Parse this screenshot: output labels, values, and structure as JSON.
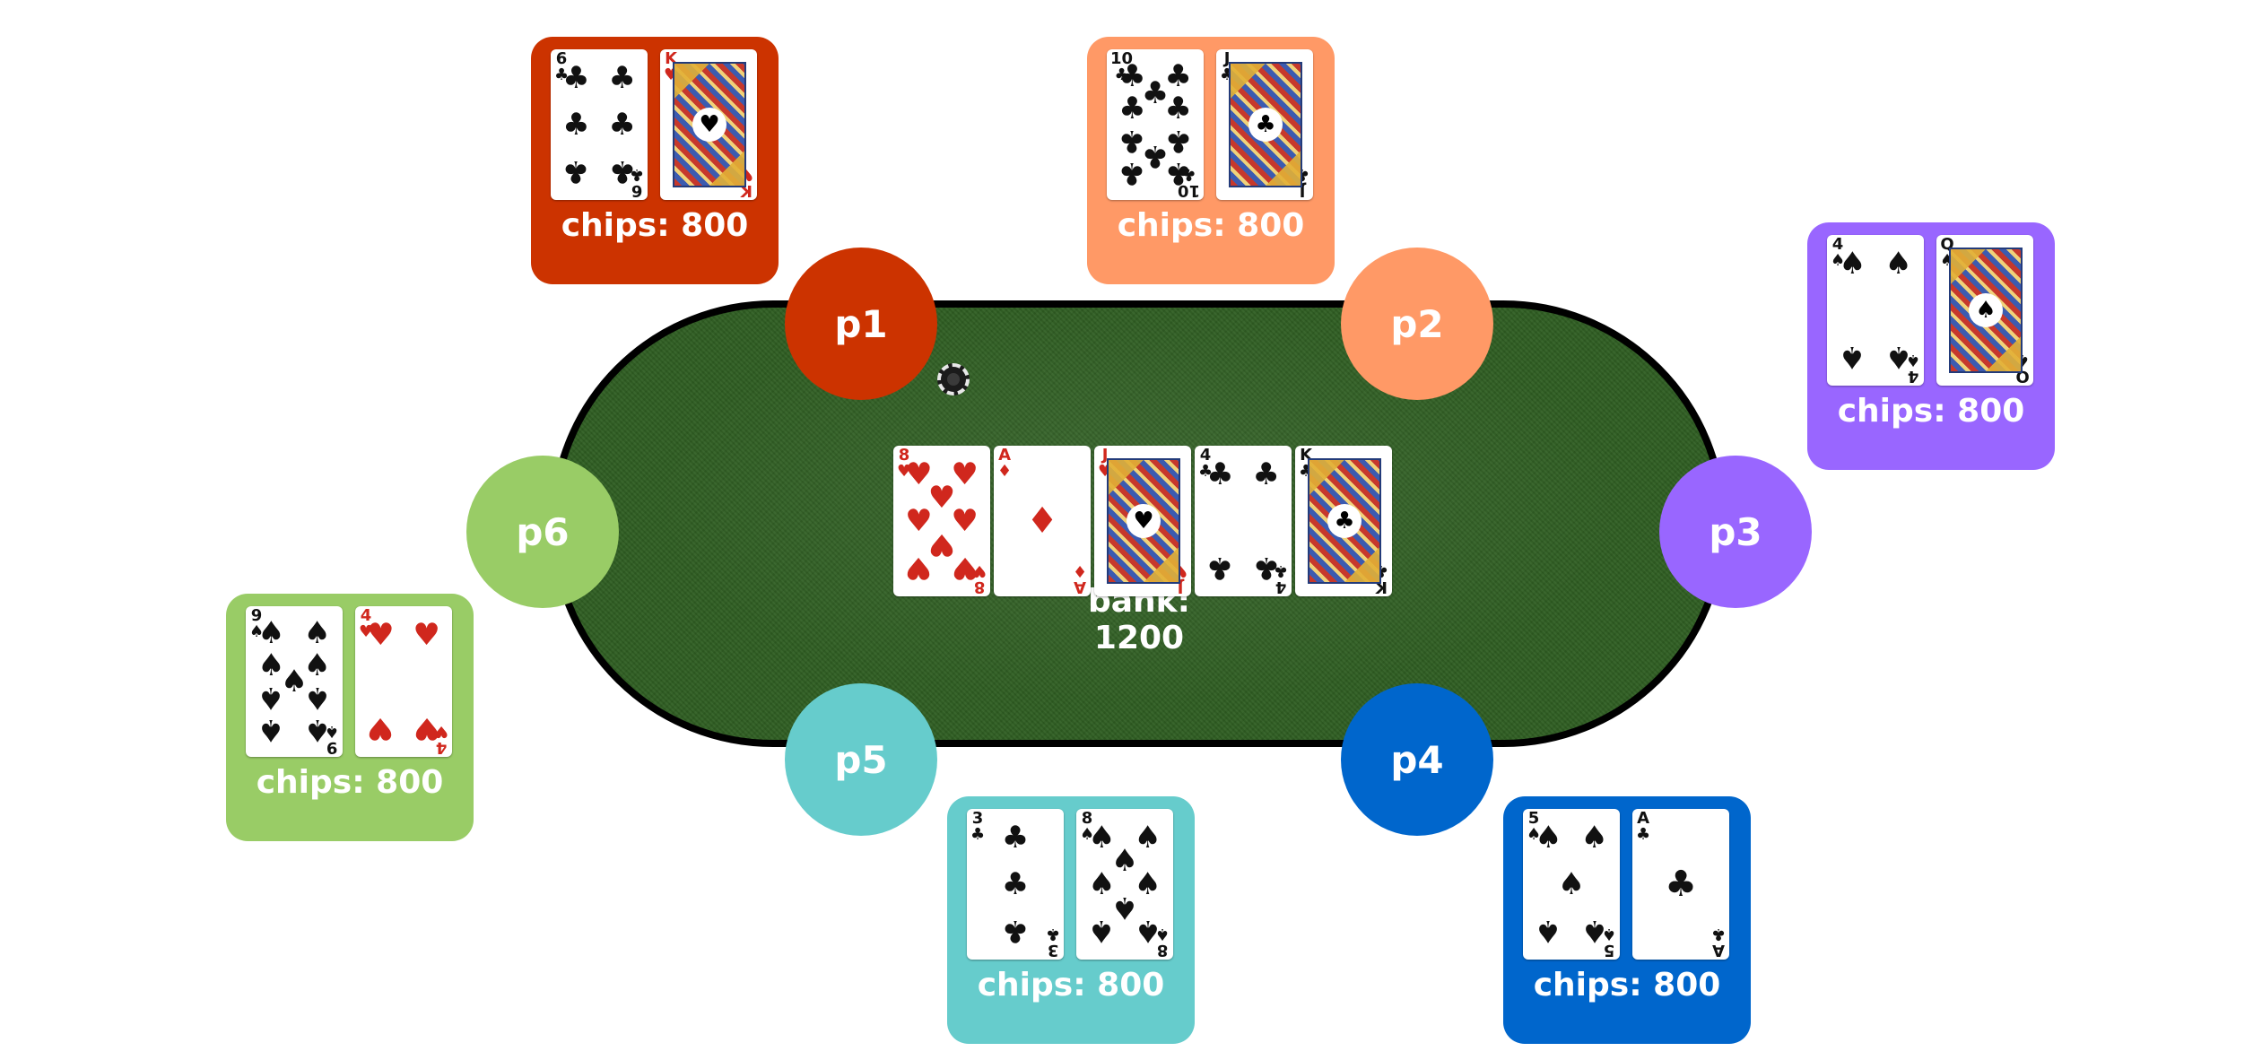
{
  "table": {
    "bank_label": "bank: 1200",
    "community_cards": [
      {
        "rank": "8",
        "suit": "hearts"
      },
      {
        "rank": "A",
        "suit": "diamonds"
      },
      {
        "rank": "J",
        "suit": "hearts"
      },
      {
        "rank": "4",
        "suit": "clubs"
      },
      {
        "rank": "K",
        "suit": "clubs"
      }
    ]
  },
  "players": [
    {
      "name": "p1",
      "color": "#cc3300",
      "chips_label": "chips: 800",
      "cards": [
        {
          "rank": "6",
          "suit": "clubs"
        },
        {
          "rank": "K",
          "suit": "hearts"
        }
      ]
    },
    {
      "name": "p2",
      "color": "#ff9966",
      "chips_label": "chips: 800",
      "cards": [
        {
          "rank": "10",
          "suit": "clubs"
        },
        {
          "rank": "J",
          "suit": "clubs"
        }
      ]
    },
    {
      "name": "p3",
      "color": "#9966ff",
      "chips_label": "chips: 800",
      "cards": [
        {
          "rank": "4",
          "suit": "spades"
        },
        {
          "rank": "Q",
          "suit": "spades"
        }
      ]
    },
    {
      "name": "p4",
      "color": "#0066cc",
      "chips_label": "chips: 800",
      "cards": [
        {
          "rank": "5",
          "suit": "spades"
        },
        {
          "rank": "A",
          "suit": "clubs"
        }
      ]
    },
    {
      "name": "p5",
      "color": "#66cccc",
      "chips_label": "chips: 800",
      "cards": [
        {
          "rank": "3",
          "suit": "clubs"
        },
        {
          "rank": "8",
          "suit": "spades"
        }
      ]
    },
    {
      "name": "p6",
      "color": "#99cc66",
      "chips_label": "chips: 800",
      "cards": [
        {
          "rank": "9",
          "suit": "spades"
        },
        {
          "rank": "4",
          "suit": "hearts"
        }
      ]
    }
  ],
  "dealer_button_icon": "dealer-chip-icon"
}
